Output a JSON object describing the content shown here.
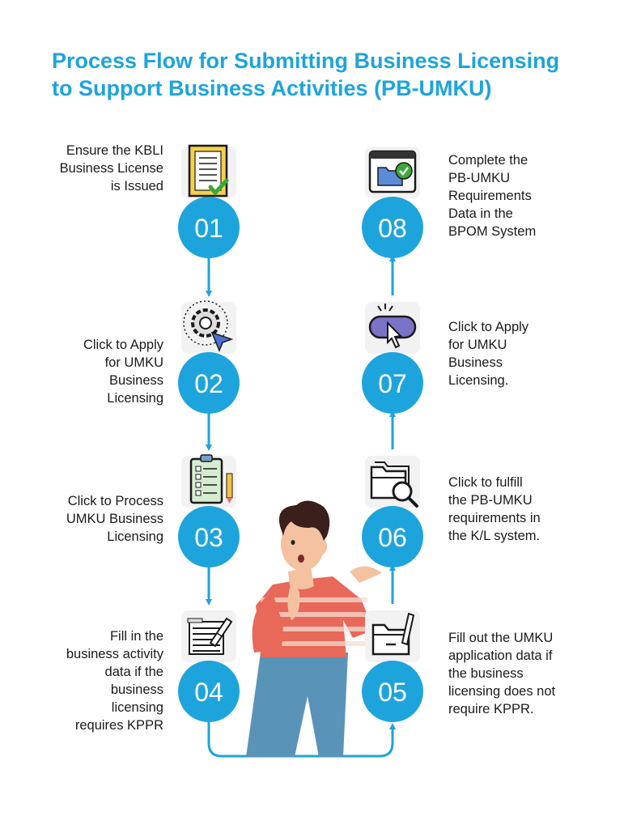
{
  "title": {
    "line1": "Process Flow for Submitting Business Licensing",
    "line2": "to Support Business Activities (PB-UMKU)"
  },
  "colors": {
    "accent": "#1ea4dc",
    "text": "#1a1a1a",
    "icon_bg": "#f2f2f2",
    "shirt": "#e8685a",
    "jeans": "#5a93b8",
    "hair": "#3a1f1a",
    "skin": "#f4c2a1"
  },
  "steps": [
    {
      "number": "01",
      "icon": "license-document-icon",
      "lines": [
        "Ensure the KBLI",
        "Business License",
        "is Issued"
      ]
    },
    {
      "number": "02",
      "icon": "gear-cursor-icon",
      "lines": [
        "Click to Apply",
        "for UMKU",
        "Business",
        "Licensing"
      ]
    },
    {
      "number": "03",
      "icon": "checklist-clipboard-icon",
      "lines": [
        "Click to Process",
        "UMKU Business",
        "Licensing"
      ]
    },
    {
      "number": "04",
      "icon": "form-edit-icon",
      "lines": [
        "Fill in the",
        "business activity",
        "data if the",
        "business",
        "licensing",
        "requires KPPR"
      ]
    },
    {
      "number": "05",
      "icon": "folder-edit-icon",
      "lines": [
        "Fill out the UMKU",
        "application data if",
        "the business",
        "licensing does not",
        "require KPPR."
      ]
    },
    {
      "number": "06",
      "icon": "folder-search-icon",
      "lines": [
        "Click to fulfill",
        "the PB-UMKU",
        "requirements in",
        "the K/L system."
      ]
    },
    {
      "number": "07",
      "icon": "click-button-icon",
      "lines": [
        "Click to Apply",
        "for UMKU",
        "Business",
        "Licensing."
      ]
    },
    {
      "number": "08",
      "icon": "browser-folder-check-icon",
      "lines": [
        "Complete the",
        "PB-UMKU",
        "Requirements",
        "Data in the",
        "BPOM System"
      ]
    }
  ]
}
